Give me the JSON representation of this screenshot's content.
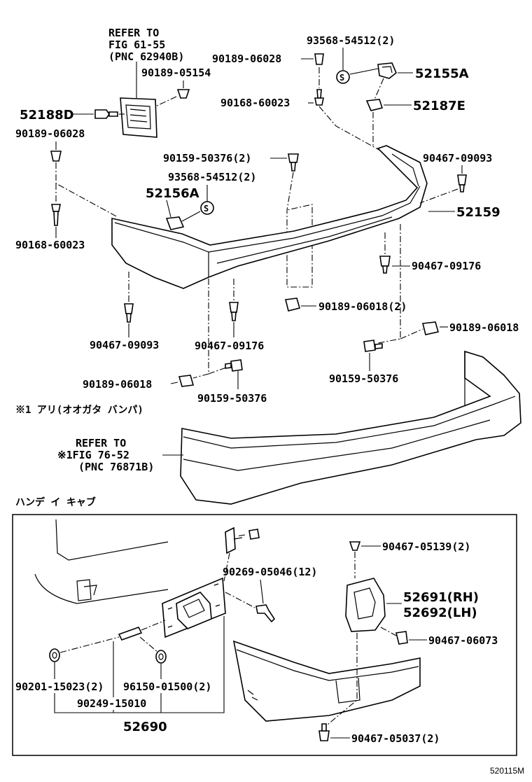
{
  "labels": {
    "refer_fig6155_l1": "REFER TO",
    "refer_fig6155_l2": "FIG 61-55",
    "refer_fig6155_l3": "(PNC 62940B)",
    "p_90189_05154": "90189-05154",
    "p_52188D": "52188D",
    "p_90189_06028_left": "90189-06028",
    "p_93568_54512_top": "93568-54512(2)",
    "p_90189_06028_top": "90189-06028",
    "p_52155A": "52155A",
    "p_90168_60023_top": "90168-60023",
    "p_52187E": "52187E",
    "p_90159_50376_2": "90159-50376(2)",
    "p_93568_54512_mid": "93568-54512(2)",
    "p_52156A": "52156A",
    "p_90467_09093_right": "90467-09093",
    "p_52159": "52159",
    "p_90168_60023_left": "90168-60023",
    "p_90467_09176_right": "90467-09176",
    "p_90189_06018_2": "90189-06018(2)",
    "p_90467_09093_bottom": "90467-09093",
    "p_90467_09176_bottom": "90467-09176",
    "p_90189_06018_right": "90189-06018",
    "p_90189_06018_left": "90189-06018",
    "p_90159_50376_right": "90159-50376",
    "p_90159_50376_bottom": "90159-50376",
    "note_option": "※1 アリ(オオガタ バンパ)",
    "refer_fig7652_l1": "REFER TO",
    "refer_fig7652_l2": "※1FIG 76-52",
    "refer_fig7652_l3": "(PNC 76871B)",
    "handy_cab": "ハンデ イ キャブ",
    "p_90467_05139": "90467-05139(2)",
    "p_90269_05046": "90269-05046(12)",
    "p_52691": "52691(RH)",
    "p_52692": "52692(LH)",
    "p_90467_06073": "90467-06073",
    "p_90201_15023": "90201-15023(2)",
    "p_96150_01500": "96150-01500(2)",
    "p_90249_15010": "90249-15010",
    "p_52690": "52690",
    "p_90467_05037": "90467-05037(2)",
    "s_mark_top": "S",
    "s_mark_mid": "S",
    "figure_id": "520115M"
  }
}
